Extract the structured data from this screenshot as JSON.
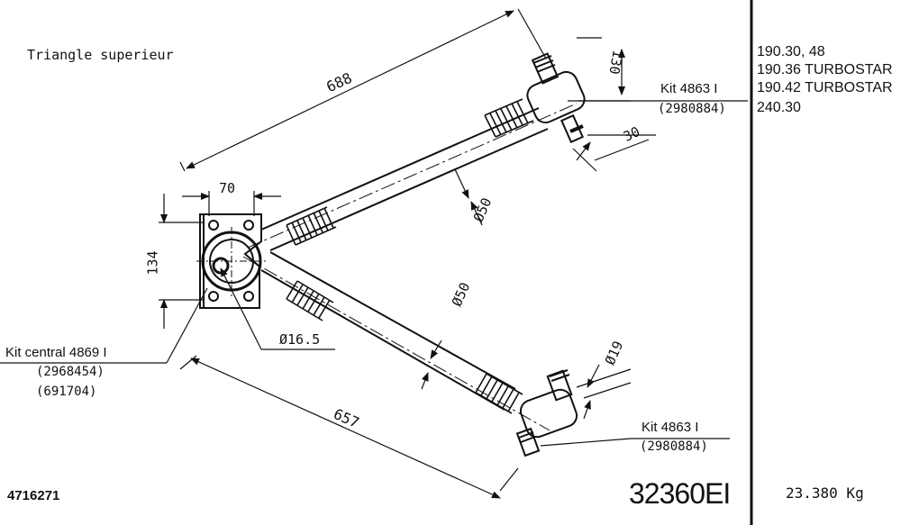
{
  "title": "Triangle superieur",
  "applications": [
    "190.30, 48",
    "190.36 TURBOSTAR",
    "190.42 TURBOSTAR",
    "240.30"
  ],
  "kits": {
    "top": {
      "name": "Kit 4863 I",
      "ref": "(2980884)"
    },
    "bottom": {
      "name": "Kit 4863 I",
      "ref": "(2980884)"
    },
    "central": {
      "name": "Kit central 4869 I",
      "refs": [
        "(2968454)",
        "(691704)"
      ]
    }
  },
  "dimensions": {
    "upper_length": "688",
    "lower_length": "657",
    "flange_width": "70",
    "flange_height": "134",
    "top_end": "130",
    "top_stud": "30",
    "upper_tube_dia": "Ø50",
    "lower_tube_dia": "Ø50",
    "bottom_stud_dia": "Ø19",
    "center_hole_dia": "Ø16.5"
  },
  "part_number": "32360EI",
  "weight": "23.380 Kg",
  "code": "4716271"
}
